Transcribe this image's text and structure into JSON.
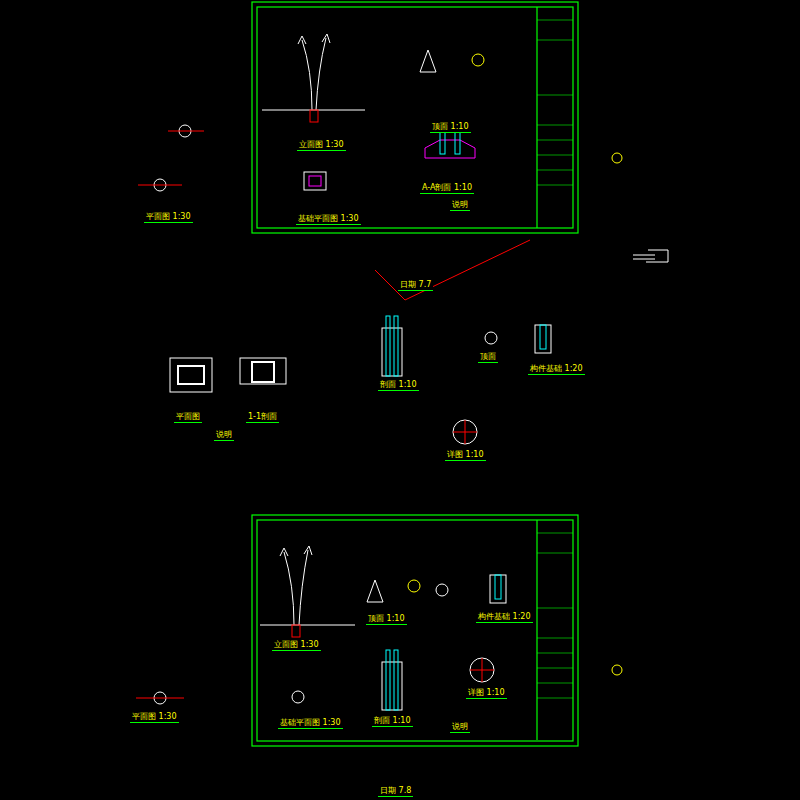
{
  "diagram": {
    "labels": [
      "立面图 1:30",
      "基础平面图 1:30",
      "平面图 1:30",
      "顶面 1:10",
      "A-A剖面 1:10",
      "说明",
      "日期 7.7",
      "平面图",
      "1-1剖面",
      "说明",
      "剖面 1:10",
      "构件基础 1:20",
      "顶面",
      "详图 1:10",
      "立面图 1:30",
      "平面图 1:30",
      "基础平面图 1:30",
      "顶面 1:10",
      "构件基础 1:20",
      "剖面 1:10",
      "详图 1:10",
      "说明",
      "日期 7.8"
    ]
  }
}
